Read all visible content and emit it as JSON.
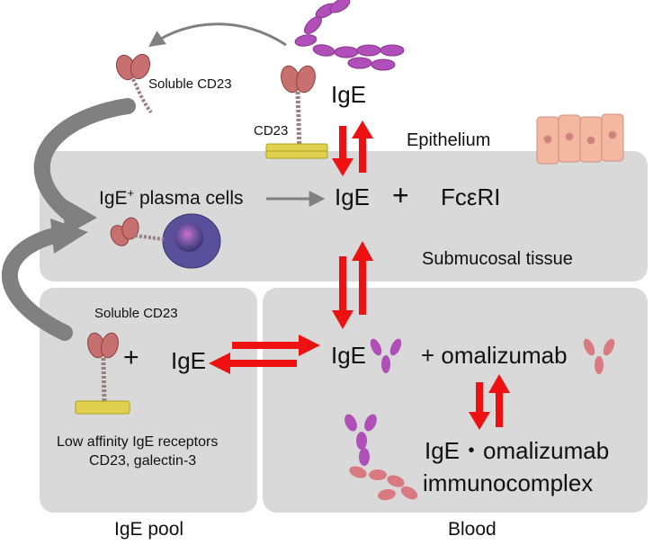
{
  "labels": {
    "soluble_cd23_top": "Soluble CD23",
    "ige_top": "IgE",
    "cd23": "CD23",
    "epithelium": "Epithelium",
    "plasma_cells_prefix": "IgE",
    "plasma_cells_sup": "+",
    "plasma_cells_suffix": " plasma cells",
    "ige_center": "IgE",
    "plus_center": "+",
    "fceri": "FcεRI",
    "submucosal_tissue": "Submucosal tissue",
    "soluble_cd23_pool": "Soluble CD23",
    "plus_pool": "+",
    "ige_pool": "IgE",
    "low_affinity_line1": "Low affinity IgE receptors",
    "low_affinity_line2": "CD23, galectin-3",
    "ige_blood": "IgE",
    "omalizumab": "+ omalizumab",
    "immunocomplex_line1": "IgE・omalizumab",
    "immunocomplex_line2": "immunocomplex",
    "ige_pool_caption": "IgE pool",
    "blood_caption": "Blood"
  },
  "colors": {
    "panel": "#d9d9d9",
    "arrow_red": "#ee1111",
    "curved_arrow": "#808080",
    "ige_purple": "#b04fb8",
    "cd23_pink": "#c87070",
    "membrane_yellow": "#e0d050",
    "omalizumab_pink": "#d97a80",
    "plasma_cell": "#5a4f9a"
  },
  "icons": [
    "ige-antibody-icon",
    "cd23-receptor-icon",
    "epithelium-cells-icon",
    "plasma-cell-icon",
    "omalizumab-antibody-icon",
    "immunocomplex-icon"
  ]
}
